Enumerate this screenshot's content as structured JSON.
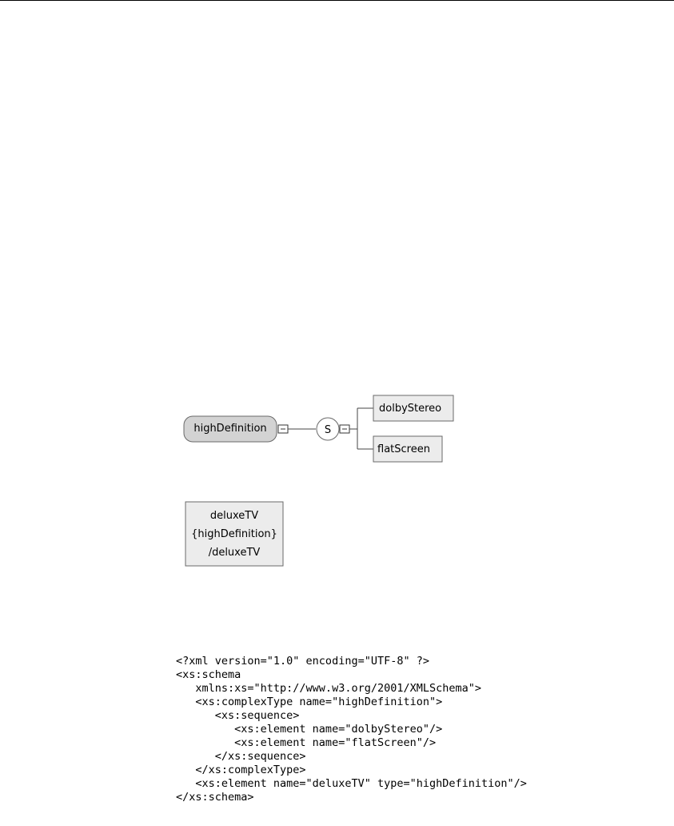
{
  "diagram": {
    "complex_type": "highDefinition",
    "compositor": "S",
    "children": [
      "dolbyStereo",
      "flatScreen"
    ],
    "element_lines": [
      "deluxeTV",
      "{highDefinition}",
      "/deluxeTV"
    ]
  },
  "colors": {
    "box_fill": "#ececec",
    "type_fill": "#d3d3d3",
    "stroke": "#6a6a6a",
    "line": "#444444"
  },
  "code": {
    "lines": [
      "<?xml version=\"1.0\" encoding=\"UTF-8\" ?>",
      "<xs:schema",
      "   xmlns:xs=\"http://www.w3.org/2001/XMLSchema\">",
      "   <xs:complexType name=\"highDefinition\">",
      "      <xs:sequence>",
      "         <xs:element name=\"dolbyStereo\"/>",
      "         <xs:element name=\"flatScreen\"/>",
      "      </xs:sequence>",
      "   </xs:complexType>",
      "   <xs:element name=\"deluxeTV\" type=\"highDefinition\"/>",
      "</xs:schema>"
    ]
  }
}
